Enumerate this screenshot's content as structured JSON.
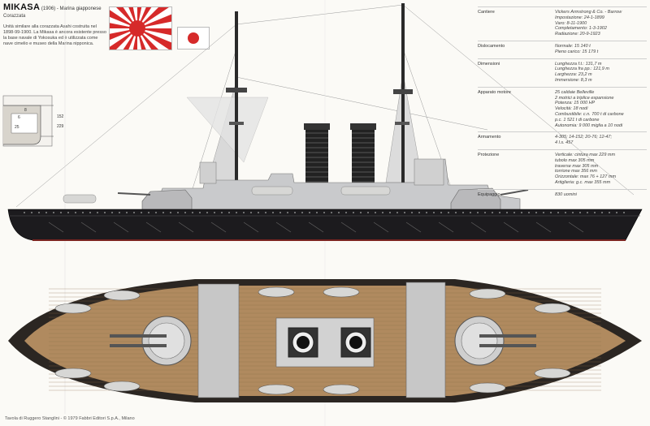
{
  "title": {
    "name": "MIKASA",
    "year": "(1906)",
    "navy": "- Marina giapponese",
    "type": "Corazzata",
    "description": "Unità similare alla corazzata Asahi costruita nel 1898-99-1900. La Mikasa è ancora esistente presso la base navale di Yokosuka ed è utilizzata come nave cimelio e museo della Marina nipponica."
  },
  "flags": {
    "ensign_icon": "rising-sun-flag-icon",
    "jack_icon": "hinomaru-flag-icon",
    "red": "#d62a2a"
  },
  "specs": [
    {
      "label": "Cantiere",
      "values": [
        "Vickers Armstrong & Co. - Barrow",
        "Impostazione: 24-1-1899",
        "Varo: 8-11-1900",
        "Completamento: 1-3-1902",
        "Radiazione: 20-9-1923"
      ]
    },
    {
      "label": "Dislocamento",
      "values": [
        "Normale: 15 140 t",
        "Pieno carico: 15 179 t"
      ]
    },
    {
      "label": "Dimensioni",
      "values": [
        "Lunghezza f.t.: 131,7 m",
        "Lunghezza fra pp.: 121,9 m",
        "Larghezza: 23,2 m",
        "Immersione: 8,3 m"
      ]
    },
    {
      "label": "Apparato motore",
      "values": [
        "25 caldaie Belleville",
        "2 motrici a triplice espansione",
        "Potenza: 15 000 HP",
        "Velocità: 18 nodi",
        "Combustibile: c.n. 700 t di carbone",
        "                  p.c. 1 521 t di carbone",
        "Autonomia: 9 000 miglia a 10 nodi"
      ]
    },
    {
      "label": "Armamento",
      "values": [
        "4-305; 14-152; 20-76; 12-47;",
        "4 l.s. 457"
      ]
    },
    {
      "label": "Protezione",
      "values": [
        "Verticale: cintura max 229 mm",
        "                tubolo max 305 mm",
        "                traverse max 305 mm",
        "                torrione max 356 mm",
        "Orizzontale: max 76 + 127 mm",
        "Artiglieria: g.c. max 355 mm"
      ]
    },
    {
      "label": "Equipaggio",
      "values": [
        "830 uomini"
      ]
    }
  ],
  "section_dims": [
    "8",
    "6",
    "25",
    "152",
    "229"
  ],
  "credit": "Tavola di Ruggero Stanglini - © 1979 Fabbri Editori S.p.A., Milano",
  "colors": {
    "hull": "#1c1b1e",
    "superstructure": "#c9cacc",
    "deck": "#b08a5f",
    "funnel": "#222",
    "boat": "#d7d7d5"
  }
}
